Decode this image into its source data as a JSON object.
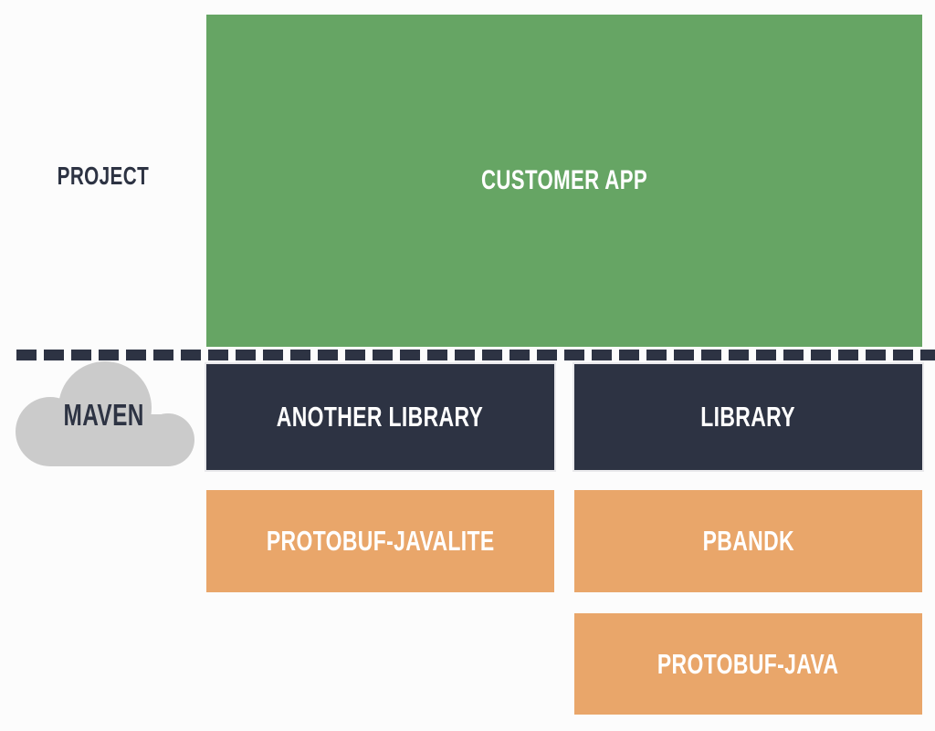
{
  "diagram": {
    "title_context": "dependency-layers-diagram",
    "side_labels": {
      "project": "PROJECT",
      "maven": "MAVEN"
    },
    "project_layer": {
      "customer_app": "CUSTOMER APP"
    },
    "maven_layer": {
      "libraries": [
        "ANOTHER LIBRARY",
        "LIBRARY"
      ],
      "dependencies_row1": [
        "PROTOBUF-JAVALITE",
        "PBANDK"
      ],
      "dependencies_row2": [
        "PROTOBUF-JAVA"
      ]
    },
    "colors": {
      "background": "#fcfcfc",
      "green": "#66a564",
      "navy": "#2d3343",
      "orange": "#e9a66a",
      "cloud_gray": "#cbcbcb",
      "label_on_box": "#ffffff",
      "label_dark": "#2d3343"
    }
  }
}
